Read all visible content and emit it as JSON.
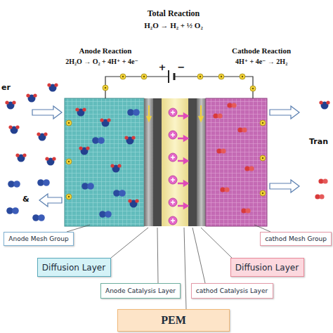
{
  "diagram": {
    "title": "Total Reaction",
    "nodes": [
      {
        "text": [
          "Anode Mesh Group"
        ]
      },
      {
        "text": [
          "cathod Mesh Group"
        ]
      },
      {
        "text": [
          "Diffusion Layer"
        ]
      },
      {
        "text": [
          "Diffusion Layer"
        ]
      },
      {
        "text": [
          "Anode Catalysis Layer"
        ]
      },
      {
        "text": [
          "cathod Catalysis Layer"
        ]
      },
      {
        "text": [
          "PEM"
        ]
      }
    ],
    "labels": [
      "H₂O → H₂ + ½ O₂",
      "Anode Reaction",
      "2H₂O → O₂ + 4H⁺ + 4e⁻",
      "Cathode Reaction",
      "4H⁺ + 4e⁻ → 2H₂",
      "+",
      "−",
      "er",
      "&",
      "Tran"
    ]
  }
}
